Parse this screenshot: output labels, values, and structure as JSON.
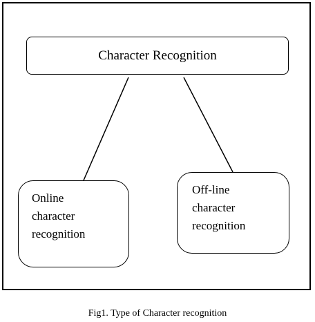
{
  "diagram": {
    "root": {
      "label": "Character Recognition"
    },
    "children": [
      {
        "lines": [
          "Online",
          "character",
          "recognition"
        ]
      },
      {
        "lines": [
          "Off-line",
          "character",
          "recognition"
        ]
      }
    ]
  },
  "caption": "Fig1.  Type of Character recognition"
}
